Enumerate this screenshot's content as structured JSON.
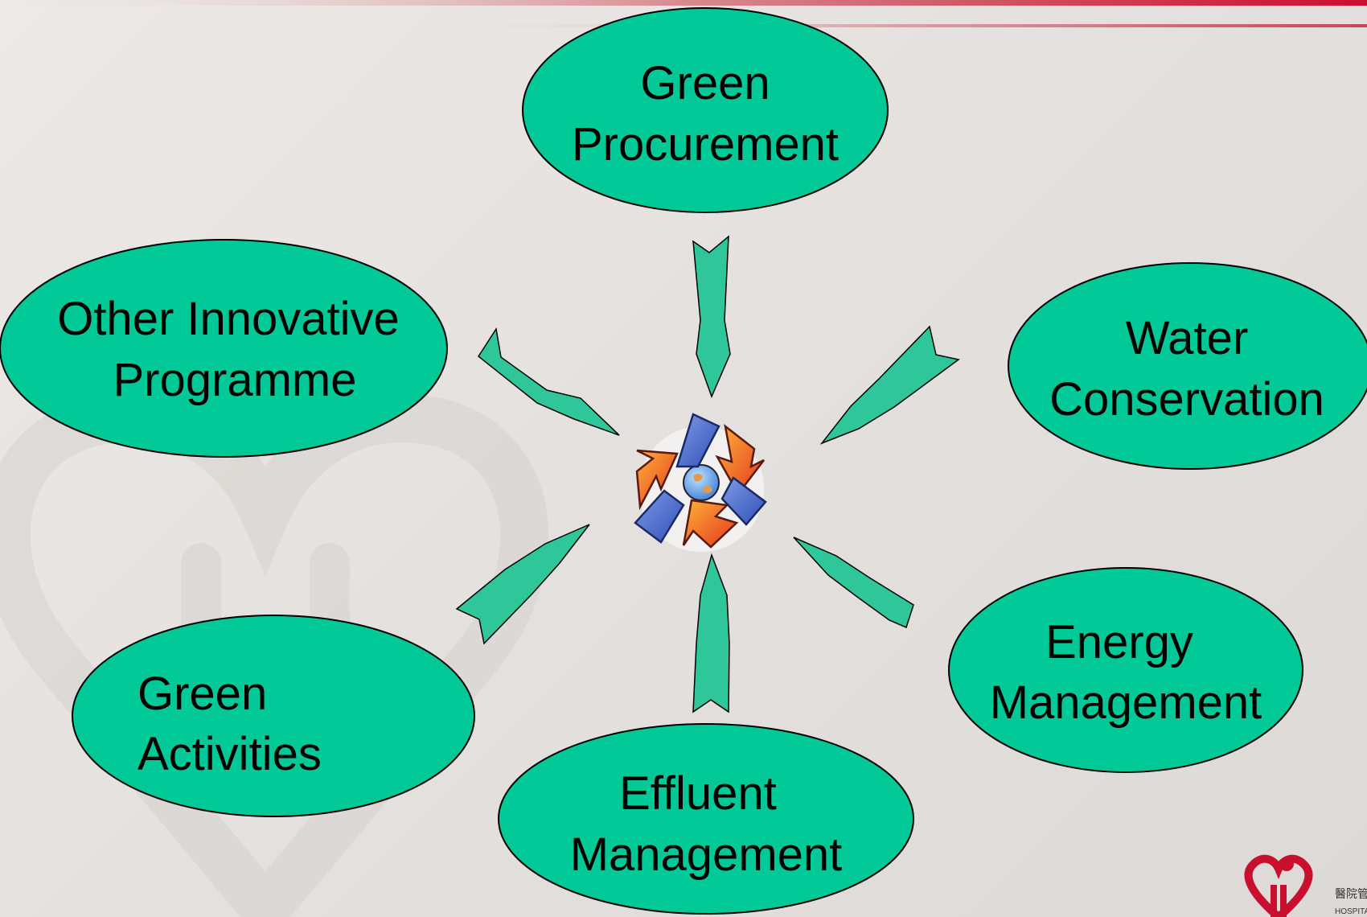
{
  "diagram": {
    "center_icon": "recycle-globe-icon",
    "nodes": [
      {
        "id": "green-procurement",
        "lines": [
          "Green",
          "Procurement"
        ]
      },
      {
        "id": "water-conservation",
        "lines": [
          "Water",
          "Conservation"
        ]
      },
      {
        "id": "energy-management",
        "lines": [
          "Energy",
          "Management"
        ]
      },
      {
        "id": "effluent-management",
        "lines": [
          "Effluent",
          "Management"
        ]
      },
      {
        "id": "green-activities",
        "lines": [
          "Green",
          "Activities"
        ]
      },
      {
        "id": "other-innovative-programme",
        "lines": [
          "Other Innovative",
          "Programme"
        ]
      }
    ]
  },
  "colors": {
    "node_fill": "#00c896",
    "arrow_fill": "#2fc79a",
    "accent_red": "#c8102e",
    "background": "#e6e3e0"
  },
  "logo": {
    "name": "hospital-authority-logo-icon",
    "text_cn": "醫院管理局",
    "text_en": "HOSPITAL AUTHORITY"
  }
}
